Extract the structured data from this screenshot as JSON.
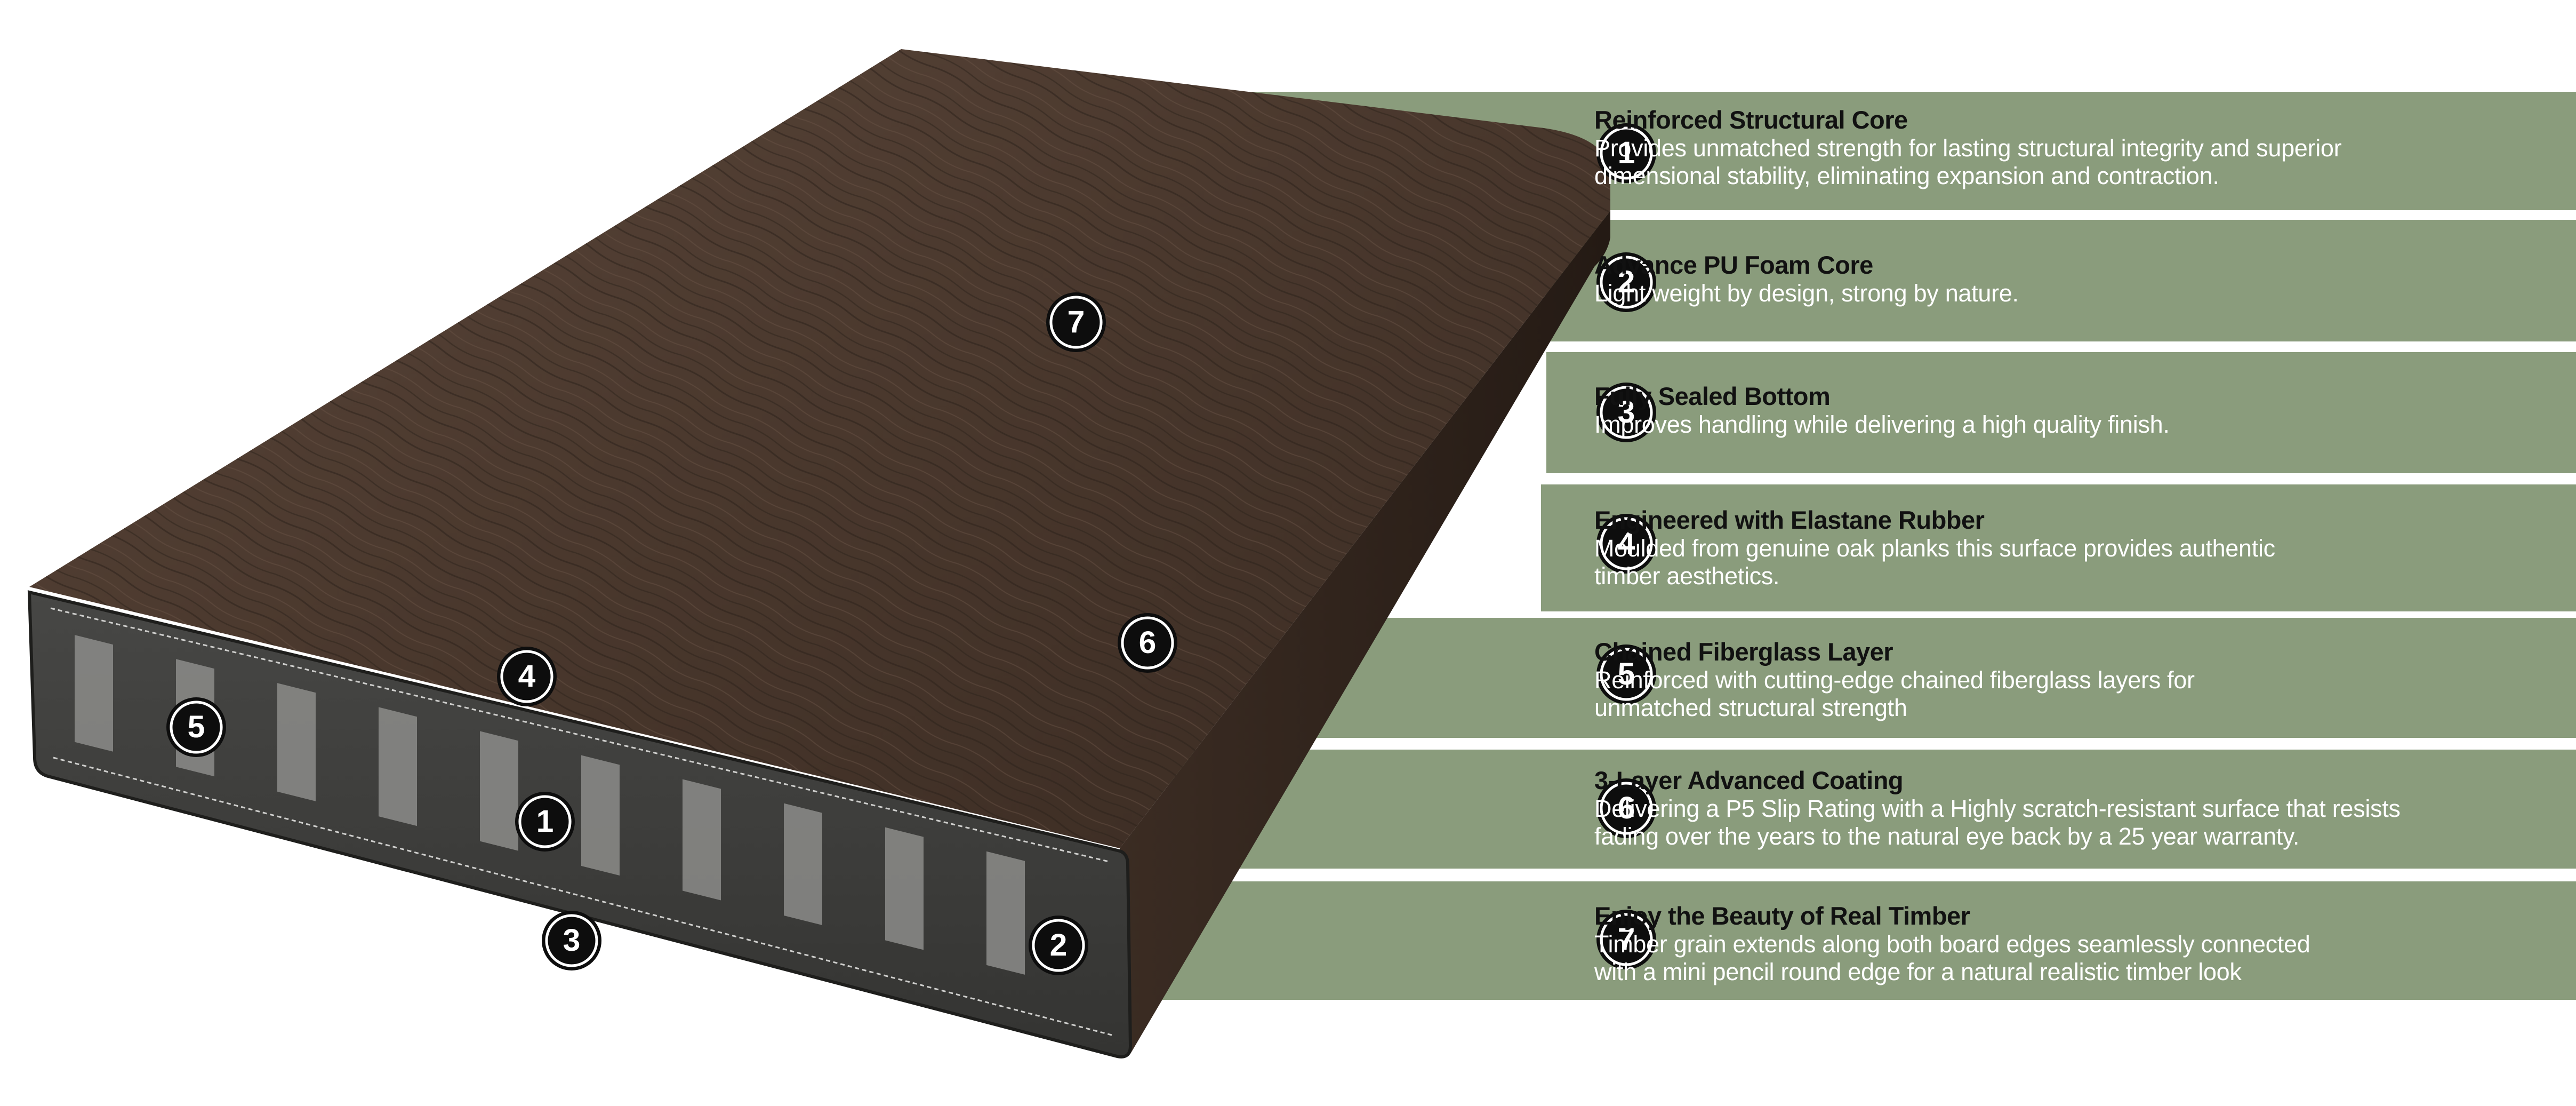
{
  "features": [
    {
      "number": "1",
      "title": "Reinforced Structural Core",
      "description_lines": [
        "Provides unmatched strength for lasting structural integrity and superior",
        "dimensional stability, eliminating expansion and contraction."
      ]
    },
    {
      "number": "2",
      "title": "Advance PU Foam Core",
      "description_lines": [
        "Light weight by design, strong by nature."
      ]
    },
    {
      "number": "3",
      "title": "Fully Sealed Bottom",
      "description_lines": [
        "Improves handling while delivering a high quality finish."
      ]
    },
    {
      "number": "4",
      "title": "Engineered with Elastane Rubber",
      "description_lines": [
        "Moulded from genuine oak planks this surface provides authentic",
        "timber aesthetics."
      ]
    },
    {
      "number": "5",
      "title": "Chained Fiberglass Layer",
      "description_lines": [
        "Reinforced with cutting-edge chained fiberglass layers for",
        "unmatched structural strength"
      ]
    },
    {
      "number": "6",
      "title": "3-Layer Advanced Coating",
      "description_lines": [
        "Delivering a P5 Slip Rating with a Highly scratch-resistant surface that resists",
        "fading over the years to the natural eye back by a 25 year warranty."
      ]
    },
    {
      "number": "7",
      "title": "Enjoy the Beauty of Real Timber",
      "description_lines": [
        "Timber grain extends along both board edges seamlessly connected",
        "with a mini pencil round edge for a natural realistic timber look"
      ]
    }
  ],
  "board_markers": [
    "7",
    "6",
    "4",
    "5",
    "1",
    "3",
    "2"
  ],
  "colors": {
    "band": "#8a9c7c",
    "badge_fill": "#0d0d0d",
    "badge_text": "#ffffff",
    "wood_top": "#4a392f",
    "wood_dark": "#2b2019",
    "core_face": "#3d3d3b",
    "core_strip": "#8c8c8a"
  },
  "icons": {
    "badge": "numbered-circle-icon"
  }
}
